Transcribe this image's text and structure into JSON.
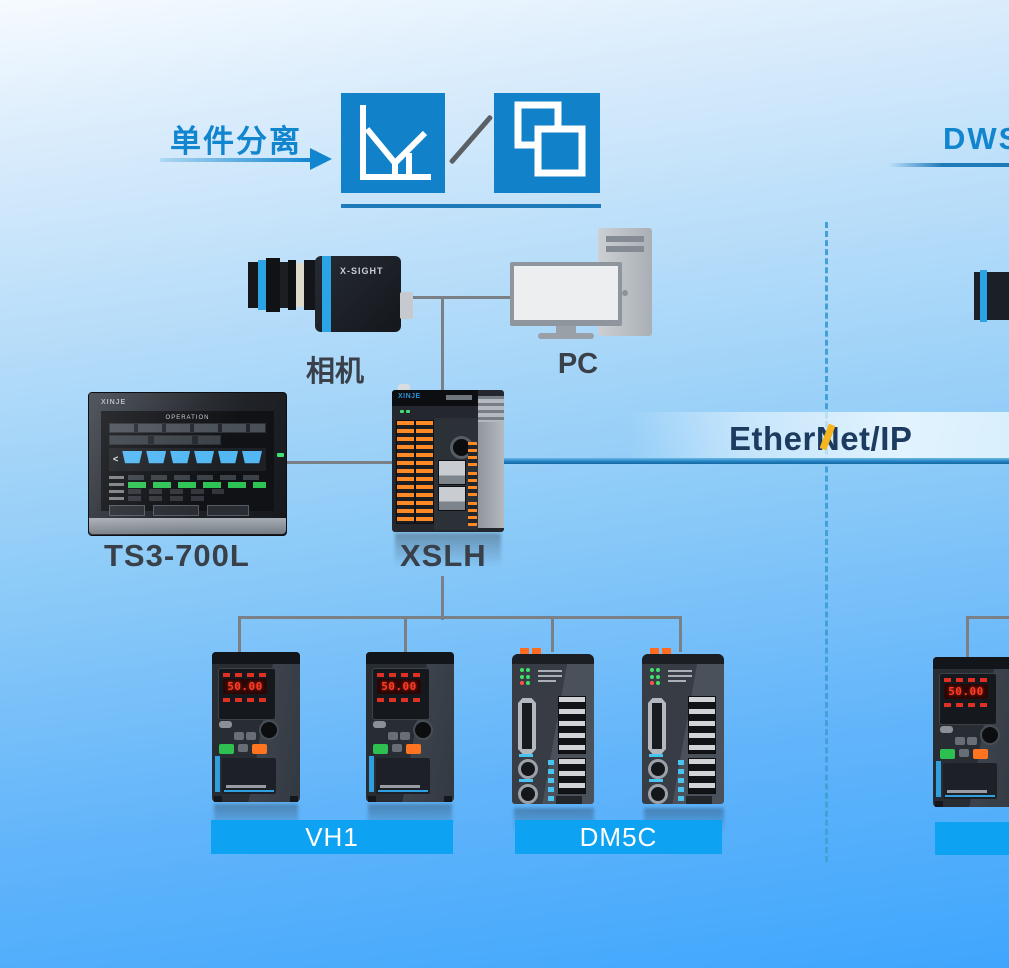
{
  "flow": {
    "left_label": "单件分离",
    "right_label": "DWS"
  },
  "icons": {
    "flow_icon_left": "bar-chart",
    "flow_icon_right": "overlapping-windows"
  },
  "network": {
    "label_full": "EtherNet/IP",
    "label_prefix": "Ether",
    "label_n": "N",
    "label_suffix": "et/IP"
  },
  "devices": {
    "camera": {
      "label": "相机",
      "brand": "X-SIGHT"
    },
    "pc": {
      "label": "PC"
    },
    "hmi": {
      "label": "TS3-700L",
      "brand": "XINJE",
      "screen_title": "OPERATION",
      "screen_marker": "<"
    },
    "plc": {
      "label": "XSLH",
      "brand": "XINJE"
    },
    "inverter": {
      "label": "VH1",
      "display_value": "50.00"
    },
    "servo": {
      "label": "DM5C"
    }
  },
  "colors": {
    "flow_blue": "#1285cf",
    "icon_blue": "#1182ca",
    "banner_blue": "#0da2f2",
    "ethernet_navy": "#1d3a5f",
    "ethernet_yellow": "#f6b41e",
    "connector_gray": "#7b8086",
    "dashed_divider": "#44a1d8"
  }
}
